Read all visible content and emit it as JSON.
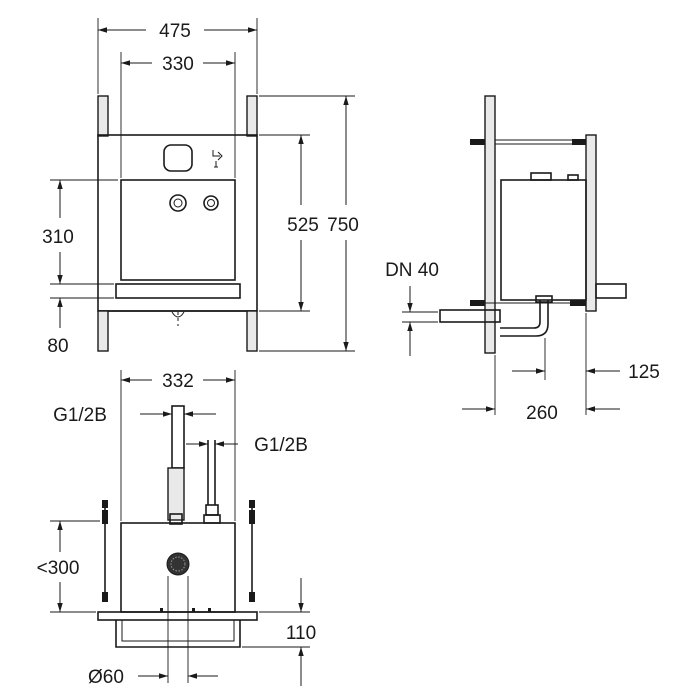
{
  "front_view": {
    "dim_total_width": "475",
    "dim_inner_width": "330",
    "dim_panel_height": "310",
    "dim_floor_height": "80",
    "dim_height_a": "525",
    "dim_height_b": "750"
  },
  "side_view": {
    "dim_drain": "DN 40",
    "dim_offset": "125",
    "dim_depth": "260"
  },
  "top_view": {
    "dim_width": "332",
    "dim_inlet_left": "G1/2B",
    "dim_inlet_right": "G1/2B",
    "dim_max_depth": "<300",
    "dim_base": "110",
    "dim_outlet_diameter": "Ø60"
  },
  "icons": {
    "sensor": "sensor-window-icon",
    "hand_wash": "hand-wash-symbol-icon",
    "push_button": "push-button-icon",
    "grate": "drain-grate-icon"
  }
}
